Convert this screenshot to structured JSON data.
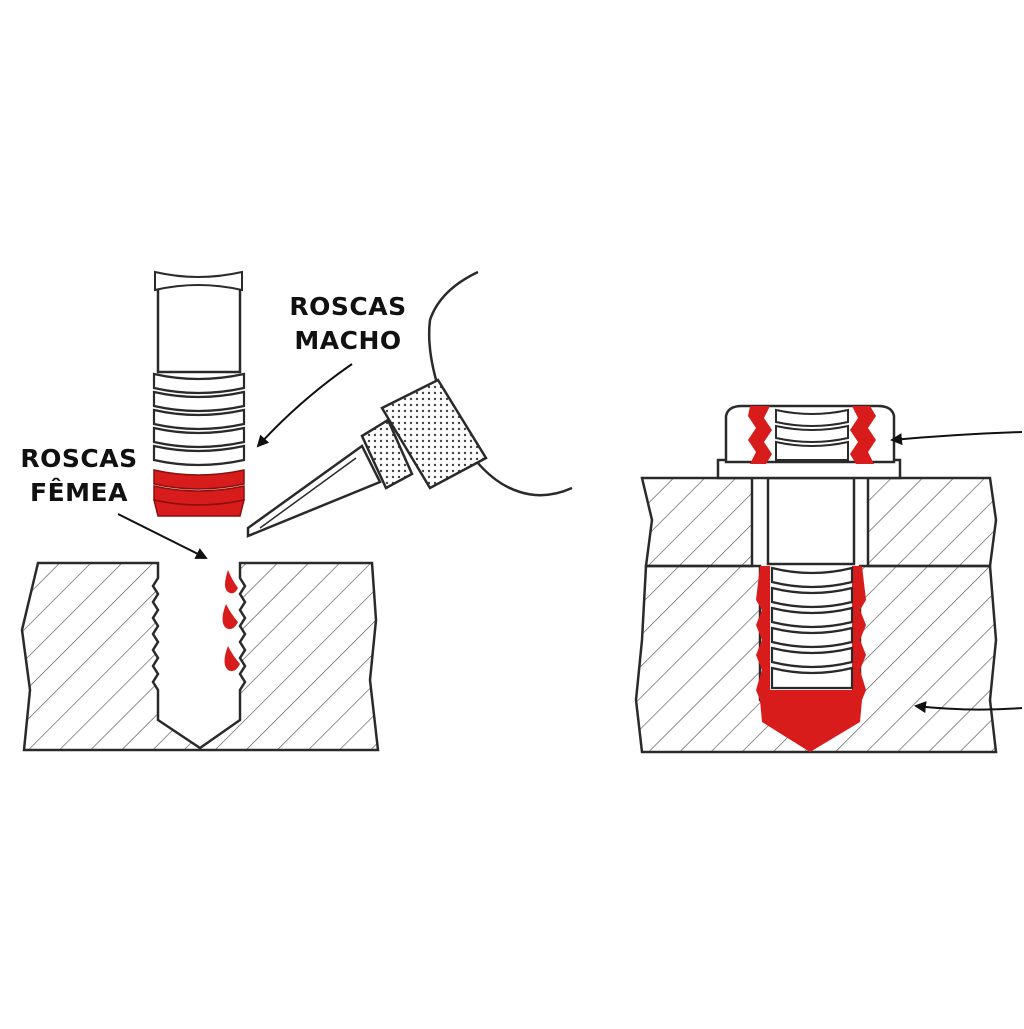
{
  "labels": {
    "male": [
      "ROSCAS",
      "MACHO"
    ],
    "female": [
      "ROSCAS",
      "FÊMEA"
    ]
  },
  "colors": {
    "adhesive": "#d81b1b",
    "outline": "#2a2a2a",
    "hatch": "#555555",
    "background": "#ffffff"
  },
  "icons": {
    "glue-bottle": "adhesive-applicator-icon",
    "arrows": "pointer-arrow-icon"
  }
}
